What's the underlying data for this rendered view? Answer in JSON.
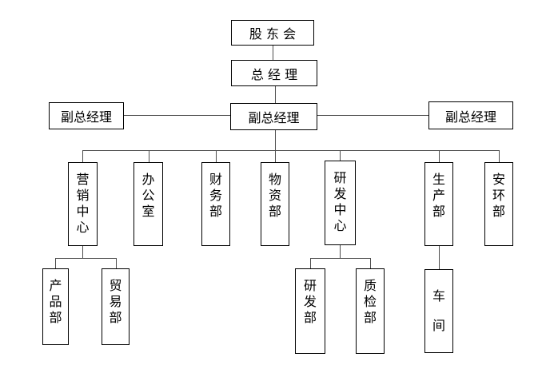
{
  "page": {
    "background_color": "#ffffff",
    "box_fill_color": "#ffffff",
    "box_border_color": "#000000",
    "connector_color": "#4d4d4d",
    "text_color": "#000000"
  },
  "org_chart": {
    "root": {
      "label": "股 东 会"
    },
    "general_manager": {
      "label": "总 经 理"
    },
    "deputies": {
      "left": {
        "label": "副总经理"
      },
      "center": {
        "label": "副总经理"
      },
      "right": {
        "label": "副总经理"
      }
    },
    "departments": [
      {
        "id": "marketing-center",
        "label": "营销中心",
        "parent": "副总经理"
      },
      {
        "id": "office",
        "label": "办公室",
        "parent": "副总经理"
      },
      {
        "id": "finance-dept",
        "label": "财务部",
        "parent": "副总经理"
      },
      {
        "id": "materials-dept",
        "label": "物资部",
        "parent": "副总经理"
      },
      {
        "id": "rnd-center",
        "label": "研发中心",
        "parent": "副总经理"
      },
      {
        "id": "production-dept",
        "label": "生产部",
        "parent": "副总经理"
      },
      {
        "id": "safety-env-dept",
        "label": "安环部",
        "parent": "副总经理"
      }
    ],
    "sub_departments": [
      {
        "id": "product-dept",
        "label": "产品部",
        "parent": "营销中心"
      },
      {
        "id": "trade-dept",
        "label": "贸易部",
        "parent": "营销中心"
      },
      {
        "id": "rnd-dept",
        "label": "研发部",
        "parent": "研发中心"
      },
      {
        "id": "quality-inspection-dept",
        "label": "质检部",
        "parent": "研发中心"
      },
      {
        "id": "workshop",
        "label": "车间",
        "parent": "生产部"
      }
    ]
  }
}
